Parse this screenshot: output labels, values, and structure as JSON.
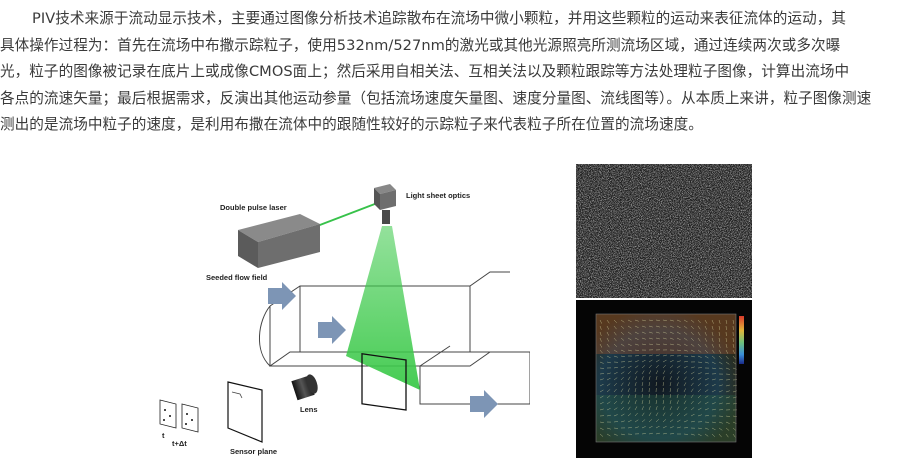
{
  "article": {
    "lines": [
      "PIV技术来源于流动显示技术，主要通过图像分析技术追踪散布在流场中微小颗粒，并用这些颗粒的运动来表征流体的运动，其",
      "具体操作过程为：首先在流场中布撒示踪粒子，使用532nm/527nm的激光或其他光源照亮所测流场区域，通过连续两次或多次曝",
      "光，粒子的图像被记录在底片上或成像CMOS面上；然后采用自相关法、互相关法以及颗粒跟踪等方法处理粒子图像，计算出流场中",
      "各点的流速矢量；最后根据需求，反演出其他运动参量（包括流场速度矢量图、速度分量图、流线图等）。从本质上来讲，粒子图像测速",
      "测出的是流场中粒子的速度，是利用布撒在流体中的跟随性较好的示踪粒子来代表粒子所在位置的流场速度。"
    ]
  },
  "diagram": {
    "laser_label": "Double pulse laser",
    "optics_label": "Light sheet optics",
    "flow_label": "Seeded flow field",
    "lens_label": "Lens",
    "sensor_label": "Sensor plane",
    "t_label": "t",
    "t2_label": "t+Δt",
    "colors": {
      "sheet": "#3cc94a",
      "arrow": "#7d95b5",
      "device": "#6e6e6e"
    }
  },
  "images": {
    "particle_image": "particle-image",
    "velocity_map": "velocity-vector-map"
  }
}
